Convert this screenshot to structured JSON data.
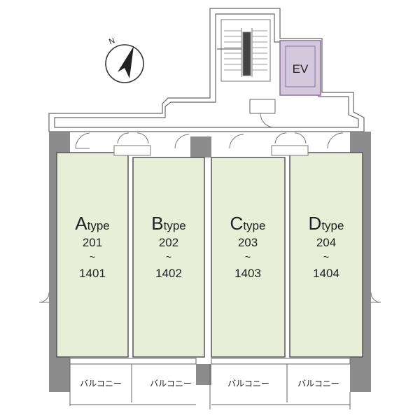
{
  "compass": {
    "label": "N",
    "icon": "north-arrow-icon"
  },
  "elevator": {
    "label": "EV",
    "fill": "#d3c8dc",
    "stroke": "#8a6f9c"
  },
  "units": [
    {
      "type_letter": "A",
      "type_suffix": "type",
      "from": "201",
      "tilde": "~",
      "to": "1401"
    },
    {
      "type_letter": "B",
      "type_suffix": "type",
      "from": "202",
      "tilde": "~",
      "to": "1402"
    },
    {
      "type_letter": "C",
      "type_suffix": "type",
      "from": "203",
      "tilde": "~",
      "to": "1403"
    },
    {
      "type_letter": "D",
      "type_suffix": "type",
      "from": "204",
      "tilde": "~",
      "to": "1404"
    }
  ],
  "balconies": [
    {
      "label": "バルコニー"
    },
    {
      "label": "バルコニー"
    },
    {
      "label": "バルコニー"
    },
    {
      "label": "バルコニー"
    }
  ],
  "colors": {
    "unit_fill": "#e9eed9",
    "wall": "#8c8c8c",
    "line": "#666666"
  }
}
